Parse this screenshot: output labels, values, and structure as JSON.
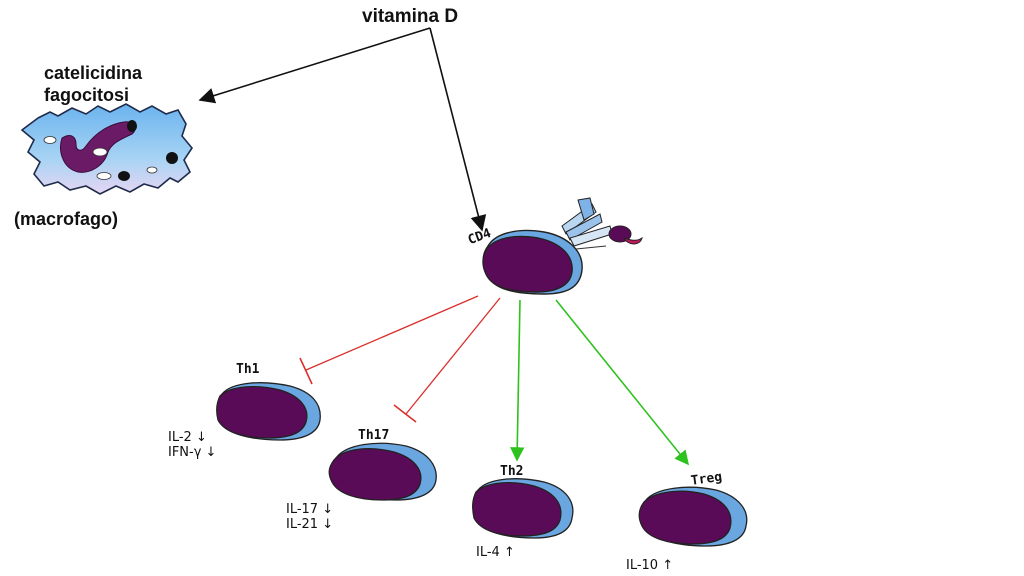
{
  "title": "vitamina D",
  "macrophage": {
    "top_label_line1": "catelicidina",
    "top_label_line2": "fagocitosi",
    "bottom_label": "(macrofago)"
  },
  "cd4": {
    "label": "CD4"
  },
  "th1": {
    "label": "Th1",
    "cyt1": "IL-2 ↓",
    "cyt2": "IFN-γ ↓"
  },
  "th17": {
    "label": "Th17",
    "cyt1": "IL-17 ↓",
    "cyt2": "IL-21 ↓"
  },
  "th2": {
    "label": "Th2",
    "cyt1": "IL-4 ↑"
  },
  "treg": {
    "label": "Treg",
    "cyt1": "IL-10 ↑"
  },
  "colors": {
    "inhibit": "#d9302b",
    "activate": "#2ec21f",
    "arrow": "#111111",
    "cell_fill": "#5a0b57",
    "cell_rim": "#6aa7e0",
    "macro_blue": "#8ec7f2",
    "macro_pink": "#d8c6ee"
  }
}
